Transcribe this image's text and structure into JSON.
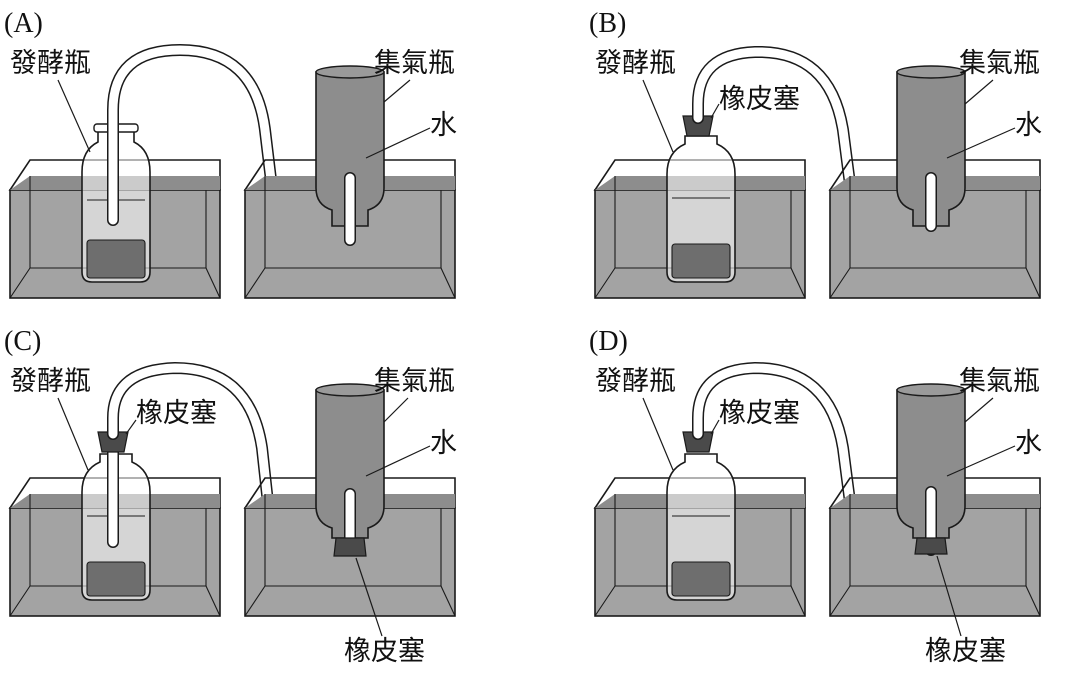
{
  "panels": [
    {
      "id": "A",
      "label": "(A)",
      "fermenter_label": "發酵瓶",
      "collector_label": "集氣瓶",
      "water_label": "水",
      "top_stopper_label": "",
      "bottom_stopper_label": ""
    },
    {
      "id": "B",
      "label": "(B)",
      "fermenter_label": "發酵瓶",
      "collector_label": "集氣瓶",
      "water_label": "水",
      "top_stopper_label": "橡皮塞",
      "bottom_stopper_label": ""
    },
    {
      "id": "C",
      "label": "(C)",
      "fermenter_label": "發酵瓶",
      "collector_label": "集氣瓶",
      "water_label": "水",
      "top_stopper_label": "橡皮塞",
      "bottom_stopper_label": "橡皮塞"
    },
    {
      "id": "D",
      "label": "(D)",
      "fermenter_label": "發酵瓶",
      "collector_label": "集氣瓶",
      "water_label": "水",
      "top_stopper_label": "橡皮塞",
      "bottom_stopper_label": "橡皮塞"
    }
  ],
  "colors": {
    "tank_water": "#a3a3a3",
    "tank_water_dark": "#8d8d8d",
    "liquid": "#6e6e6e",
    "stopper": "#4a4a4a",
    "line": "#1a1a1a"
  }
}
